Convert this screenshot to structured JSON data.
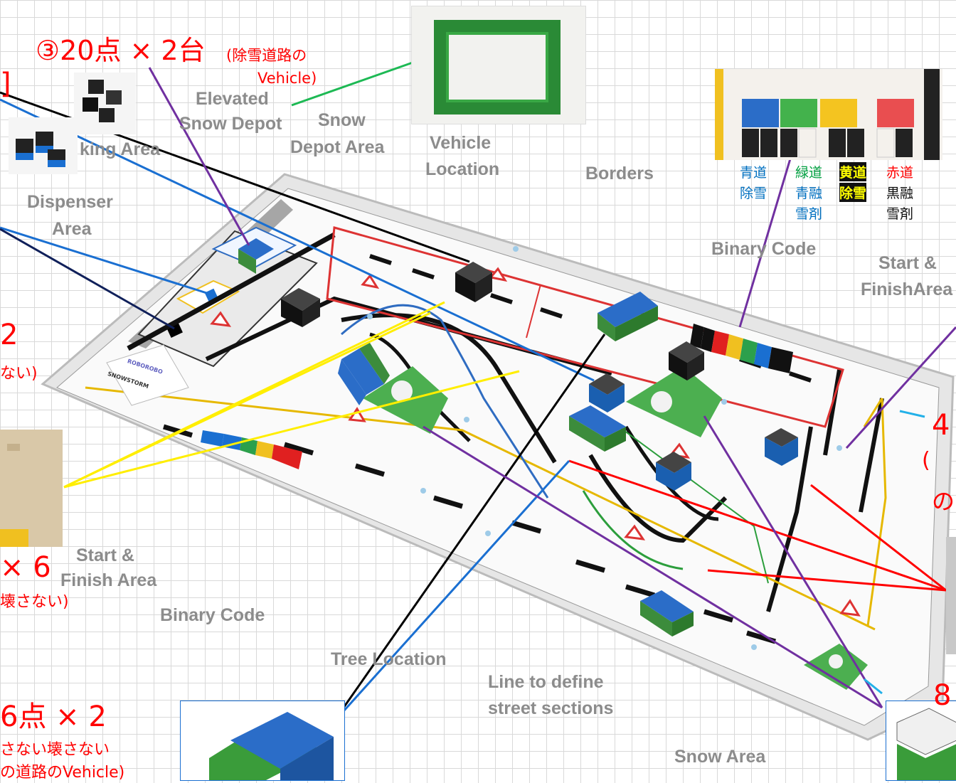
{
  "annotations": {
    "a3_main": "③20点 × 2台",
    "a3_sub": "(除雪道路の",
    "a3_sub2": "Vehicle)",
    "a_left_2": "2",
    "a_left_2_sub": "ない)",
    "a_left_x6": "× 6",
    "a_left_x6_sub": "壊さない)",
    "a_bottom_main": "6点 × 2",
    "a_bottom_sub1": "さない壊さない",
    "a_bottom_sub2": "の道路のVehicle)",
    "a_right_4": "4",
    "a_right_4_sub1": "(",
    "a_right_4_sub2": "の",
    "a_right_8": "8",
    "a_top_left_bracket": "]"
  },
  "area_labels": {
    "elevated": "Elevated",
    "snow_depot": "Snow Depot",
    "snow": "Snow",
    "depot_area": "Depot Area",
    "vehicle": "Vehicle",
    "location": "Location",
    "borders": "Borders",
    "parking_area": "king Area",
    "dispenser": "Dispenser",
    "area": "Area",
    "binary_code_right": "Binary Code",
    "start_right": "Start &",
    "finish_right": "FinishArea",
    "start_left": "Start &",
    "finish_left": "Finish Area",
    "binary_code_bottom": "Binary Code",
    "tree_location": "Tree Location",
    "line_define": "Line to define",
    "street_sections": "street sections",
    "snow_area": "Snow Area"
  },
  "legend": {
    "col1": [
      "青道",
      "除雪"
    ],
    "col2": [
      "緑道",
      "青融",
      "雪剤"
    ],
    "col3": [
      "黄道",
      "除雪"
    ],
    "col4": [
      "赤道",
      "黒融",
      "雪剤"
    ]
  },
  "mat_logo": {
    "brand": "ROBOROBO",
    "product": "SNOWSTORM"
  },
  "colors": {
    "annotation": "#ff0000",
    "blue": "#0070c0",
    "green": "#00a040",
    "yellow_bg": "#111111",
    "yellow_text": "#ffff00",
    "red": "#ff0000",
    "purple_line": "#7030a0",
    "area_label": "#8c8c8c"
  }
}
